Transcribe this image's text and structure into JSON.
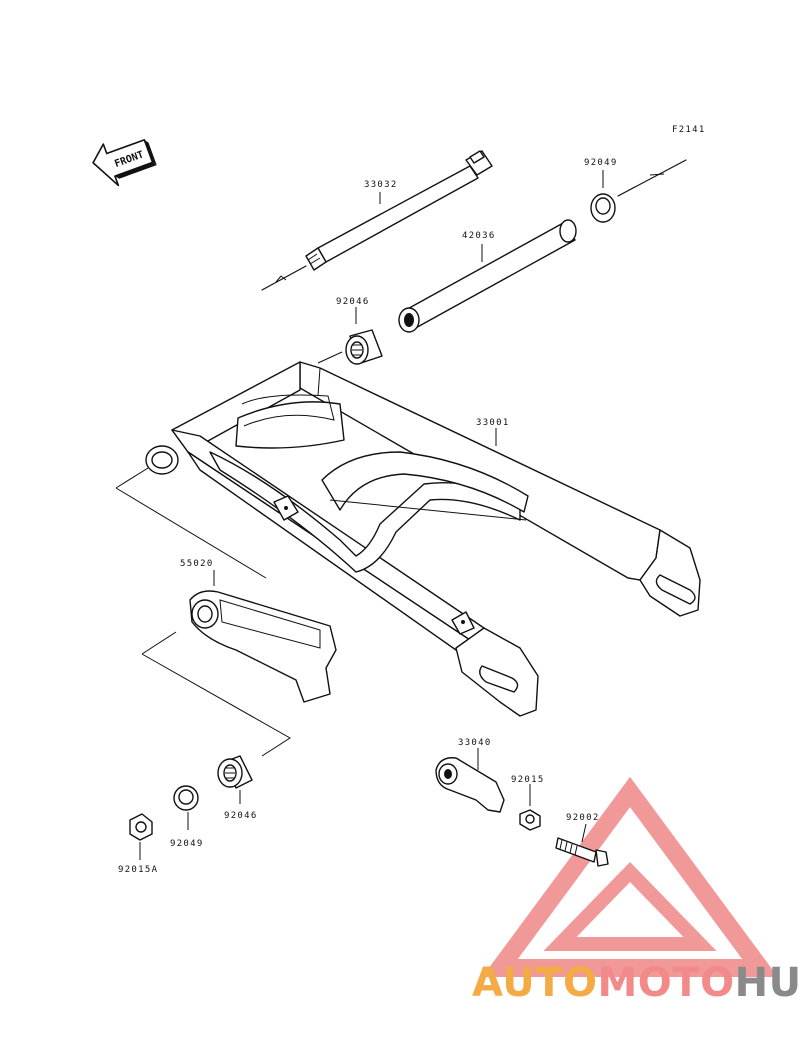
{
  "figure_code": "F2141",
  "front_badge": "FRONT",
  "parts": [
    {
      "id": "swingarm",
      "number": "33001"
    },
    {
      "id": "pivot-shaft",
      "number": "33032"
    },
    {
      "id": "collar-long",
      "number": "42036"
    },
    {
      "id": "bearing-upper",
      "number": "92046"
    },
    {
      "id": "seal-upper",
      "number": "92049"
    },
    {
      "id": "guard",
      "number": "55020"
    },
    {
      "id": "bearing-lower",
      "number": "92046"
    },
    {
      "id": "seal-lower",
      "number": "92049"
    },
    {
      "id": "nut-pivot",
      "number": "92015A"
    },
    {
      "id": "chain-adjuster",
      "number": "33040"
    },
    {
      "id": "nut-adjuster",
      "number": "92015"
    },
    {
      "id": "bolt-adjuster",
      "number": "92002"
    }
  ],
  "watermark": {
    "segments": [
      "AUTO",
      "MOTO",
      "HUB"
    ],
    "colors": [
      "#f5ab45",
      "#f28a8a",
      "#8a8a8a"
    ],
    "logo_color": "#f08e8e"
  }
}
